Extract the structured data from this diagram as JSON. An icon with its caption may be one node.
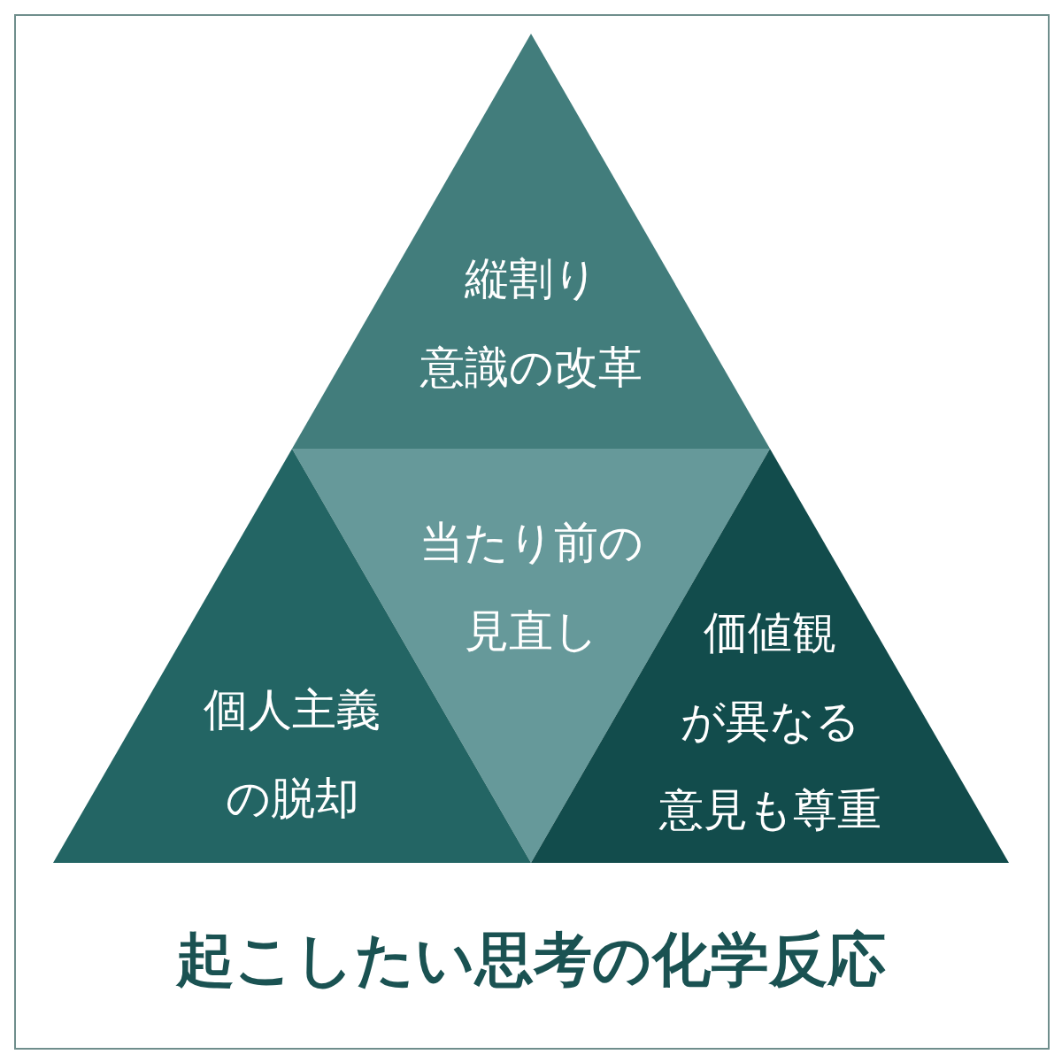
{
  "diagram": {
    "title": "起こしたい思考の化学反応",
    "nodes": [
      {
        "text": [
          "縦割り意識の改革"
        ]
      },
      {
        "text": [
          "当たり前の見直し"
        ]
      },
      {
        "text": [
          "個人主義の脱却"
        ]
      },
      {
        "text": [
          "価値観が異なる意見も尊重"
        ]
      }
    ]
  }
}
